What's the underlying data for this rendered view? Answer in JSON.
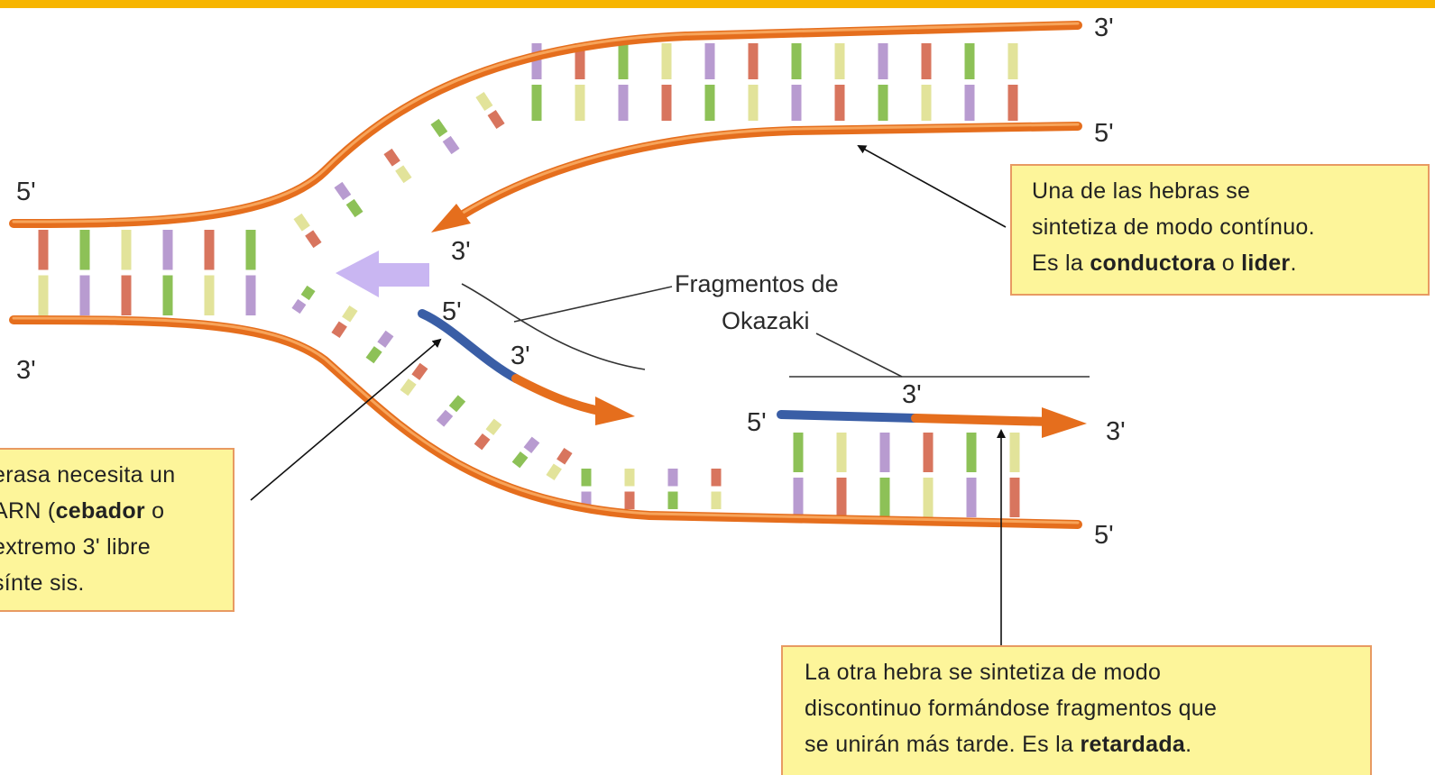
{
  "colors": {
    "top_bar": "#f7b500",
    "backbone": "#e56e1d",
    "backbone_highlight": "#f7a45a",
    "primer": "#3a5ea6",
    "callout_fill": "#fdf59a",
    "callout_border": "#e89a62",
    "direction_arrow": "#c9b6f2",
    "base_colors": [
      "#d8755e",
      "#8dc157",
      "#e2e39a",
      "#b89bd0"
    ]
  },
  "strand_ends": {
    "top_right_upper": "3'",
    "top_right_lower": "5'",
    "left_upper": "5'",
    "left_lower": "3'",
    "leading_tip": "3'",
    "fragment1_start": "5'",
    "fragment1_tip": "3'",
    "fragment2_start": "5'",
    "fragment2_join": "3'",
    "fragment2_tip": "3'",
    "bottom_right_lower": "5'"
  },
  "okazaki_label": {
    "line1": "Fragmentos de",
    "line2": "Okazaki"
  },
  "callouts": {
    "leading": {
      "line1": "Una de las hebras se",
      "line2": "sintetiza de modo contínuo.",
      "line3_pre": "Es la ",
      "line3_bold1": "conductora",
      "line3_mid": " o ",
      "line3_bold2": "lider",
      "line3_post": "."
    },
    "primer": {
      "line1": "erasa necesita un",
      "line2_pre": "ARN (",
      "line2_bold": "cebador",
      "line2_post": " o",
      "line3": "extremo 3' libre",
      "line4": "sínte sis."
    },
    "lagging": {
      "line1": "La otra hebra se sintetiza de modo",
      "line2": "discontinuo formándose fragmentos que",
      "line3_pre": "se unirán más tarde. Es la ",
      "line3_bold": "retardada",
      "line3_post": "."
    }
  }
}
